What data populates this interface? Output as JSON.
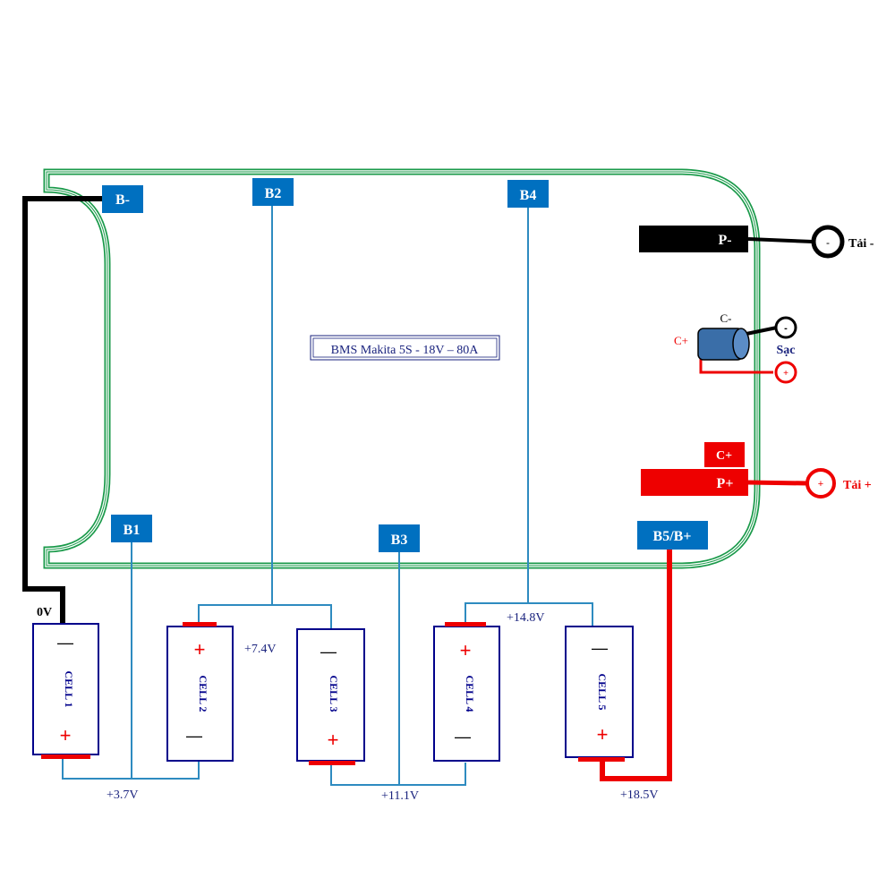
{
  "title": "BMS Makita 5S - 18V – 80A",
  "colors": {
    "board_outline": "#1a9a4a",
    "pad": "#0070c0",
    "wire": "#2e8bc0",
    "neg_wire": "#000000",
    "pos_wire": "#ee0000",
    "cell_border": "#00008b",
    "voltage_text": "#1a237e",
    "cap_body": "#3a6ea8"
  },
  "pads": {
    "b_minus": "B-",
    "b1": "B1",
    "b2": "B2",
    "b3": "B3",
    "b4": "B4",
    "b5": "B5/B+",
    "p_minus": "P-",
    "p_plus": "P+",
    "c_plus_pad": "C+"
  },
  "cells": [
    {
      "label": "CELL  1",
      "top_sign": "—",
      "bottom_sign": "+"
    },
    {
      "label": "CELL  2",
      "top_sign": "+",
      "bottom_sign": "—"
    },
    {
      "label": "CELL  3",
      "top_sign": "—",
      "bottom_sign": "+"
    },
    {
      "label": "CELL 4",
      "top_sign": "+",
      "bottom_sign": "—"
    },
    {
      "label": "CELL 5",
      "top_sign": "—",
      "bottom_sign": "+"
    }
  ],
  "voltages": {
    "v0": "0V",
    "v1": "+3.7V",
    "v2": "+7.4V",
    "v3": "+11.1V",
    "v4": "+14.8V",
    "v5": "+18.5V"
  },
  "terminals": {
    "load_minus_symbol": "-",
    "load_minus_label": "Tải -",
    "load_plus_symbol": "+",
    "load_plus_label": "Tải +",
    "charge_minus_label": "C-",
    "charge_plus_label": "C+",
    "charge_label": "Sạc",
    "charge_minus_symbol": "-",
    "charge_plus_symbol": "+"
  }
}
